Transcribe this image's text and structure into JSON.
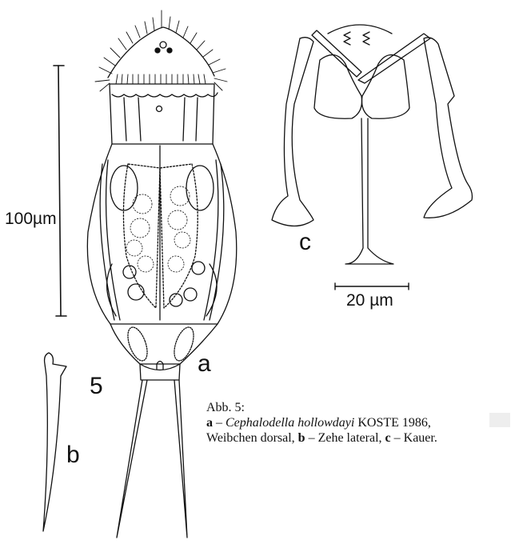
{
  "figure": {
    "number": "5",
    "panels": {
      "a": {
        "letter": "a",
        "description": "whole animal, female dorsal"
      },
      "b": {
        "letter": "b",
        "description": "toe lateral"
      },
      "c": {
        "letter": "c",
        "description": "trophi (Kauer)"
      }
    },
    "scale_bars": {
      "main": {
        "label": "100µm"
      },
      "trophi": {
        "label": "20 µm"
      }
    }
  },
  "caption": {
    "title": "Abb. 5:",
    "line1_letter": "a",
    "line1_dash": " – ",
    "species": "Cephalodella hollowdayi",
    "authority": " KOSTE 1986,",
    "line2_text1": "Weibchen dorsal, ",
    "line2_letter_b": "b",
    "line2_text2": " – Zehe lateral, ",
    "line2_letter_c": "c",
    "line2_text3": " – Kauer."
  },
  "colors": {
    "ink": "#111111",
    "paper": "#ffffff"
  }
}
